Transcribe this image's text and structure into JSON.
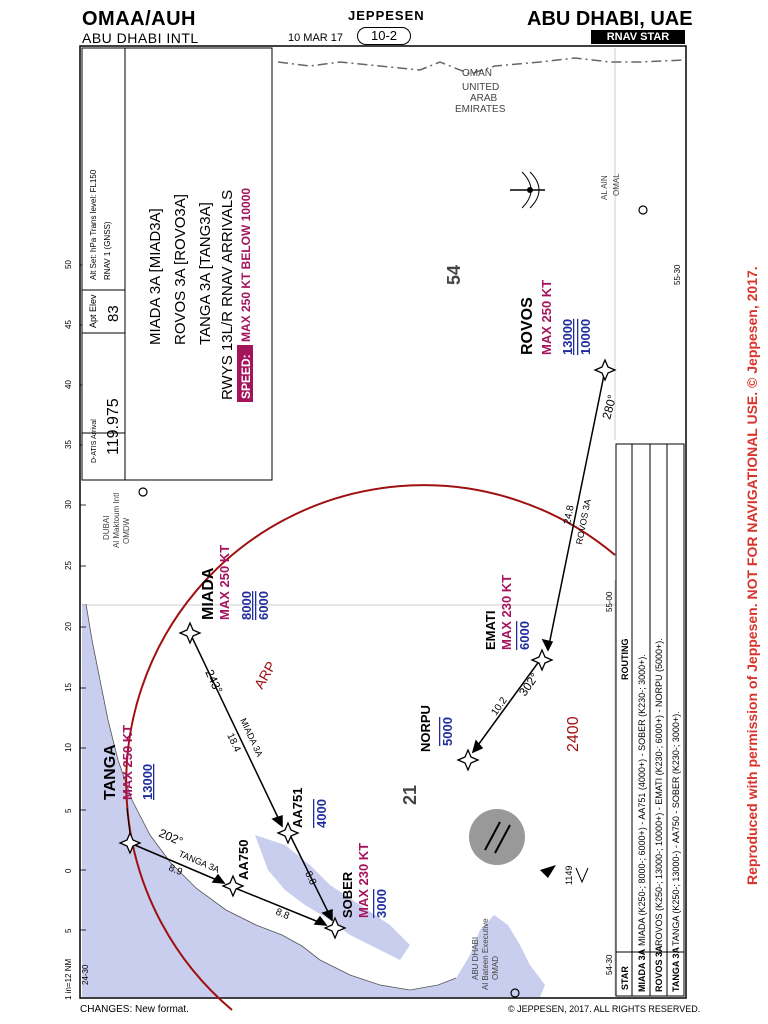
{
  "header": {
    "icao_iata": "OMAA/AUH",
    "airport_name": "ABU DHABI INTL",
    "date": "10 MAR 17",
    "chart_number": "10-2",
    "brand": "JEPPESEN",
    "city": "ABU DHABI, UAE",
    "chart_type": "RNAV STAR"
  },
  "info_box": {
    "datis_label": "D-ATIS Arrival",
    "datis_freq": "119.975",
    "apt_elev_label": "Apt Elev",
    "apt_elev_value": "83",
    "alt_set": "Alt Set: hPa    Trans level: FL150",
    "rnav": "RNAV 1 (GNSS)",
    "procedures": [
      "MIADA 3A [MIAD3A]",
      "ROVOS 3A [ROVO3A]",
      "TANGA 3A [TANG3A]",
      "RWYS 13L/R RNAV ARRIVALS"
    ],
    "speed_label": "SPEED:",
    "speed_text": "MAX 250 KT BELOW 10000"
  },
  "map": {
    "countries": [
      "OMAN",
      "UNITED",
      "ARAB",
      "EMIRATES"
    ],
    "airports": {
      "dubai": [
        "DUBAI",
        "Al Maktoum Intl",
        "OMDW"
      ],
      "alain": [
        "AL AIN",
        "OMAL"
      ],
      "abudhabi_exec": [
        "ABU DHABI",
        "Al Bateen Executive",
        "OMAD"
      ]
    },
    "arp_label": "ARP",
    "msa": [
      "54",
      "21",
      "2400"
    ],
    "obstacle_elev": "1149",
    "scale_label": "1 in=12 NM",
    "scale_ticks": [
      "5",
      "0",
      "5",
      "10",
      "15",
      "20",
      "25",
      "30",
      "35",
      "40",
      "45",
      "50"
    ],
    "lat_labels": [
      "24-30",
      "54-30",
      "55-00",
      "55-30"
    ],
    "fixes": [
      {
        "id": "rovos",
        "name": "ROVOS",
        "speed": "MAX 250 KT",
        "alts": [
          "13000",
          "10000"
        ]
      },
      {
        "id": "miada",
        "name": "MIADA",
        "speed": "MAX 250 KT",
        "alts": [
          "8000",
          "6000"
        ]
      },
      {
        "id": "emati",
        "name": "EMATI",
        "speed": "MAX 230 KT",
        "alts": [
          "6000"
        ]
      },
      {
        "id": "norpu",
        "name": "NORPU",
        "speed": "",
        "alts": [
          "5000"
        ]
      },
      {
        "id": "tanga",
        "name": "TANGA",
        "speed": "MAX 250 KT",
        "alts": [
          "13000"
        ]
      },
      {
        "id": "aa751",
        "name": "AA751",
        "speed": "",
        "alts": [
          "4000"
        ]
      },
      {
        "id": "aa750",
        "name": "AA750",
        "speed": "",
        "alts": []
      },
      {
        "id": "sober",
        "name": "SOBER",
        "speed": "MAX 230 KT",
        "alts": [
          "3000"
        ]
      }
    ],
    "legs": {
      "rovos_course": "280°",
      "rovos_dist": "24.8",
      "rovos_name": "ROVOS 3A",
      "emati_course": "302°",
      "emati_dist": "10.2",
      "miada_course": "243°",
      "miada_dist": "18.4",
      "miada_name": "MIADA 3A",
      "aa751_dist": "8.8",
      "tanga_course": "202°",
      "tanga_name": "TANGA 3A",
      "tanga_dist": "8.9",
      "aa750_dist": "8.8"
    }
  },
  "routing": {
    "title": "ROUTING",
    "star_header": "STAR",
    "rows": [
      {
        "star": "MIADA 3A",
        "route": "MIADA (K250-; 8000-; 6000+) - AA751 (4000+) - SOBER (K230-; 3000+)."
      },
      {
        "star": "ROVOS 3A",
        "route": "ROVOS (K250-; 13000-; 10000+) - EMATI (K230-; 6000+) - NORPU (5000+)."
      },
      {
        "star": "TANGA 3A",
        "route": "TANGA (K250-; 13000-) - AA750 - SOBER (K230-; 3000+)."
      }
    ]
  },
  "footer": {
    "changes": "CHANGES: New format.",
    "copyright": "© JEPPESEN, 2017. ALL RIGHTS RESERVED.",
    "reproduction": "Reproduced with permission of Jeppesen. NOT FOR NAVIGATIONAL USE. © Jeppesen, 2017."
  },
  "colors": {
    "magenta": "#a4145d",
    "blue": "#1f2d9e",
    "water": "#c9ceee",
    "arp": "#a01010",
    "repro": "#d9342b"
  }
}
